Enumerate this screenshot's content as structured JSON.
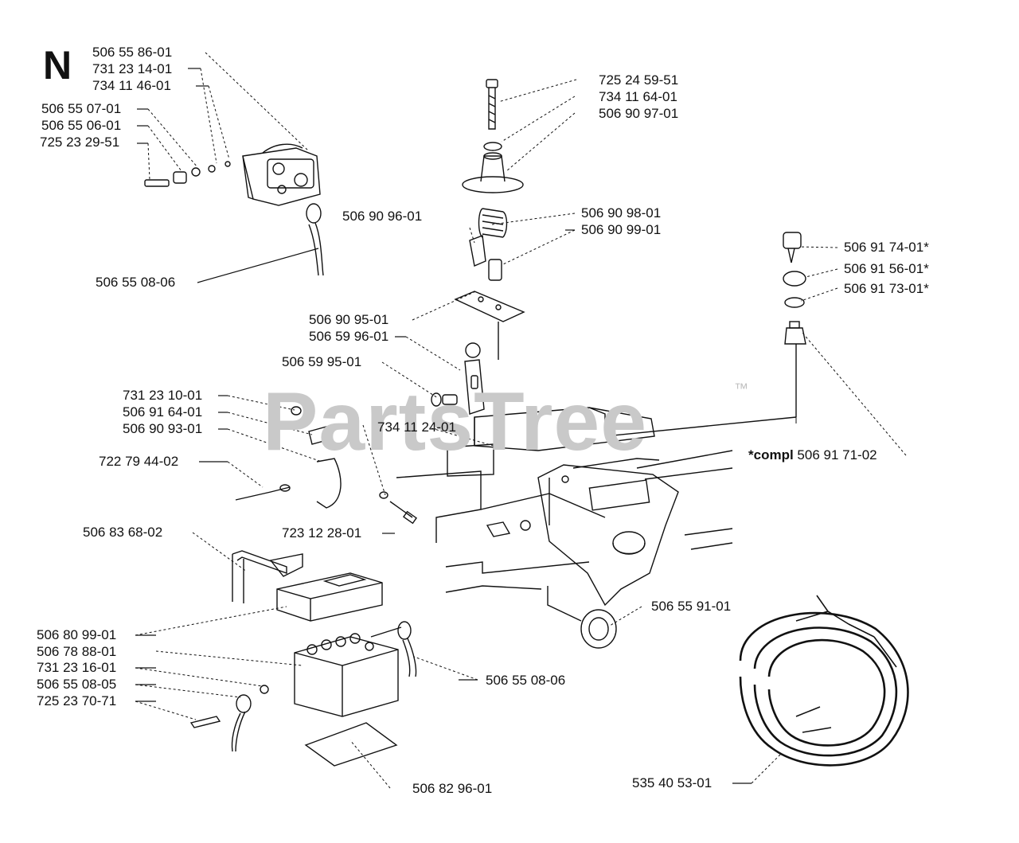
{
  "section": "N",
  "watermark": "PartsTree",
  "trademark": "™",
  "compl": {
    "prefix": "*compl",
    "number": "506 91 71-02"
  },
  "labels": [
    "506 55 86-01",
    "731 23 14-01",
    "734 11 46-01",
    "506 55 07-01",
    "506 55 06-01",
    "725 23 29-51",
    "506 55 08-06",
    "725 24 59-51",
    "734 11 64-01",
    "506 90 97-01",
    "506 90 96-01",
    "506 90 98-01",
    "506 90 99-01",
    "506 91 74-01*",
    "506 91 56-01*",
    "506 91 73-01*",
    "506 90 95-01",
    "506 59 96-01",
    "506 59 95-01",
    "731 23 10-01",
    "506 91 64-01",
    "506 90 93-01",
    "734 11 24-01",
    "722 79 44-02",
    "723 12 28-01",
    "506 83 68-02",
    "506 55 91-01",
    "506 80 99-01",
    "506 78 88-01",
    "731 23 16-01",
    "506 55 08-05",
    "725 23 70-71",
    "506 55 08-06",
    "506 82 96-01",
    "535 40 53-01"
  ]
}
